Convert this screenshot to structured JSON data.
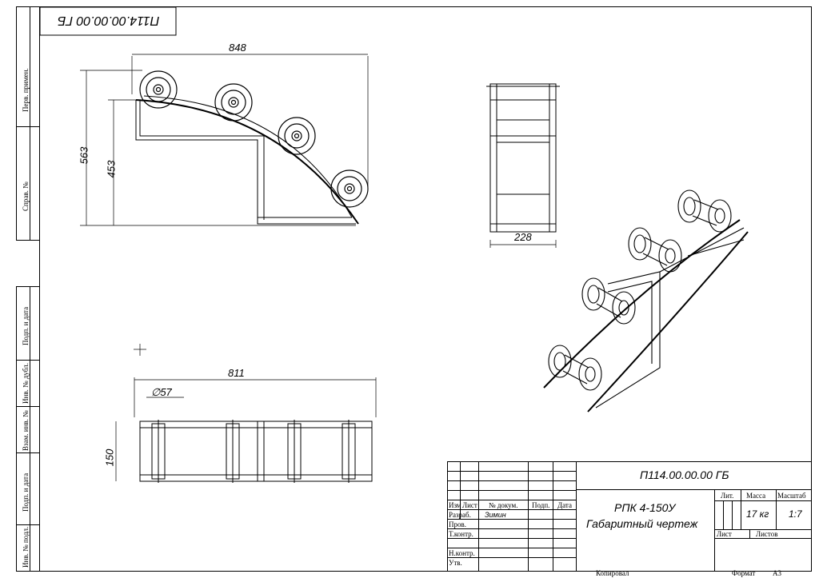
{
  "doc_code_stamp": "П114.00.00.00 ГБ",
  "side_labels": {
    "perv_primen": "Перв. примен.",
    "sprav_no": "Справ. №",
    "podp_data_top": "Подп. и дата",
    "inv_dubl": "Инв. № дубл.",
    "vzam_inv": "Взам. инв. №",
    "podp_data_bottom": "Подп. и дата",
    "inv_podl": "Инв. № подл."
  },
  "dimensions": {
    "side_width": "848",
    "side_height_total": "563",
    "side_height_frame": "453",
    "front_width": "228",
    "top_length": "811",
    "roller_diameter": "∅57",
    "top_width": "150"
  },
  "title_block": {
    "code": "П114.00.00.00 ГБ",
    "name_line1": "РПК 4-150У",
    "name_line2": "Габаритный чертеж",
    "col_izm": "Изм",
    "col_list": "Лист",
    "col_doc": "№ докум.",
    "col_podp": "Подп.",
    "col_data": "Дата",
    "row_razrab": "Разраб.",
    "razrab_name": "Зимин",
    "row_prov": "Пров.",
    "row_tkontr": "Т.контр.",
    "row_nkontr": "Н.контр.",
    "row_utv": "Утв.",
    "lit": "Лит.",
    "massa": "Масса",
    "masshtab": "Масштаб",
    "mass_value": "17 кг",
    "scale_value": "1:7",
    "list": "Лист",
    "listov": "Листов",
    "kopiroval": "Копировал",
    "format": "Формат",
    "format_value": "А3"
  }
}
